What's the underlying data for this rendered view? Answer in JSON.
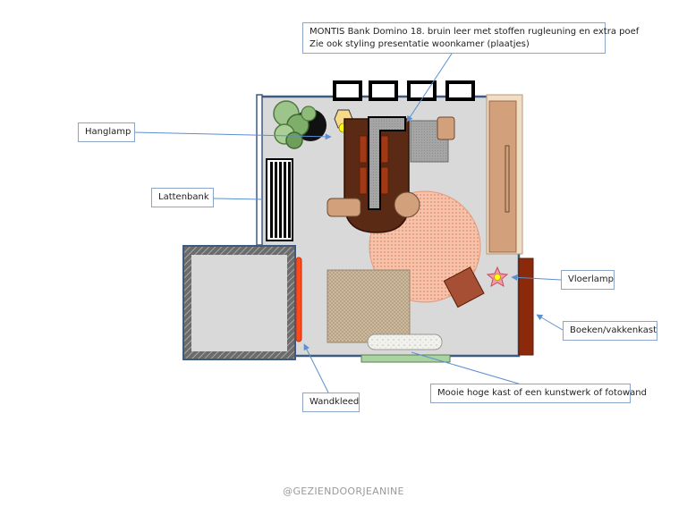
{
  "labels": {
    "bank": {
      "line1": "MONTIS Bank Domino 18. bruin leer met stoffen rugleuning en extra poef",
      "line2": "Zie ook styling presentatie woonkamer (plaatjes)"
    },
    "hanglamp": "Hanglamp",
    "lattenbank": "Lattenbank",
    "vloerlamp": "Vloerlamp",
    "boekenkast": "Boeken/vakkenkast",
    "wandkleed": "Wandkleed",
    "hogekast": "Mooie hoge kast of een kunstwerk of fotowand"
  },
  "credit": "@GEZIENDOORJEANINE",
  "colors": {
    "floor": "#d9d9d9",
    "wall": "#3d5a80",
    "sofa_leather": "#5a2a14",
    "rug_round": "#f3b8a0",
    "bookcase": "#8b2a0a",
    "wandkleed": "#ff4a1a",
    "sideboard": "#d2a07a",
    "label_border": "#8aa5c8",
    "arrow": "#5b8fd0"
  }
}
